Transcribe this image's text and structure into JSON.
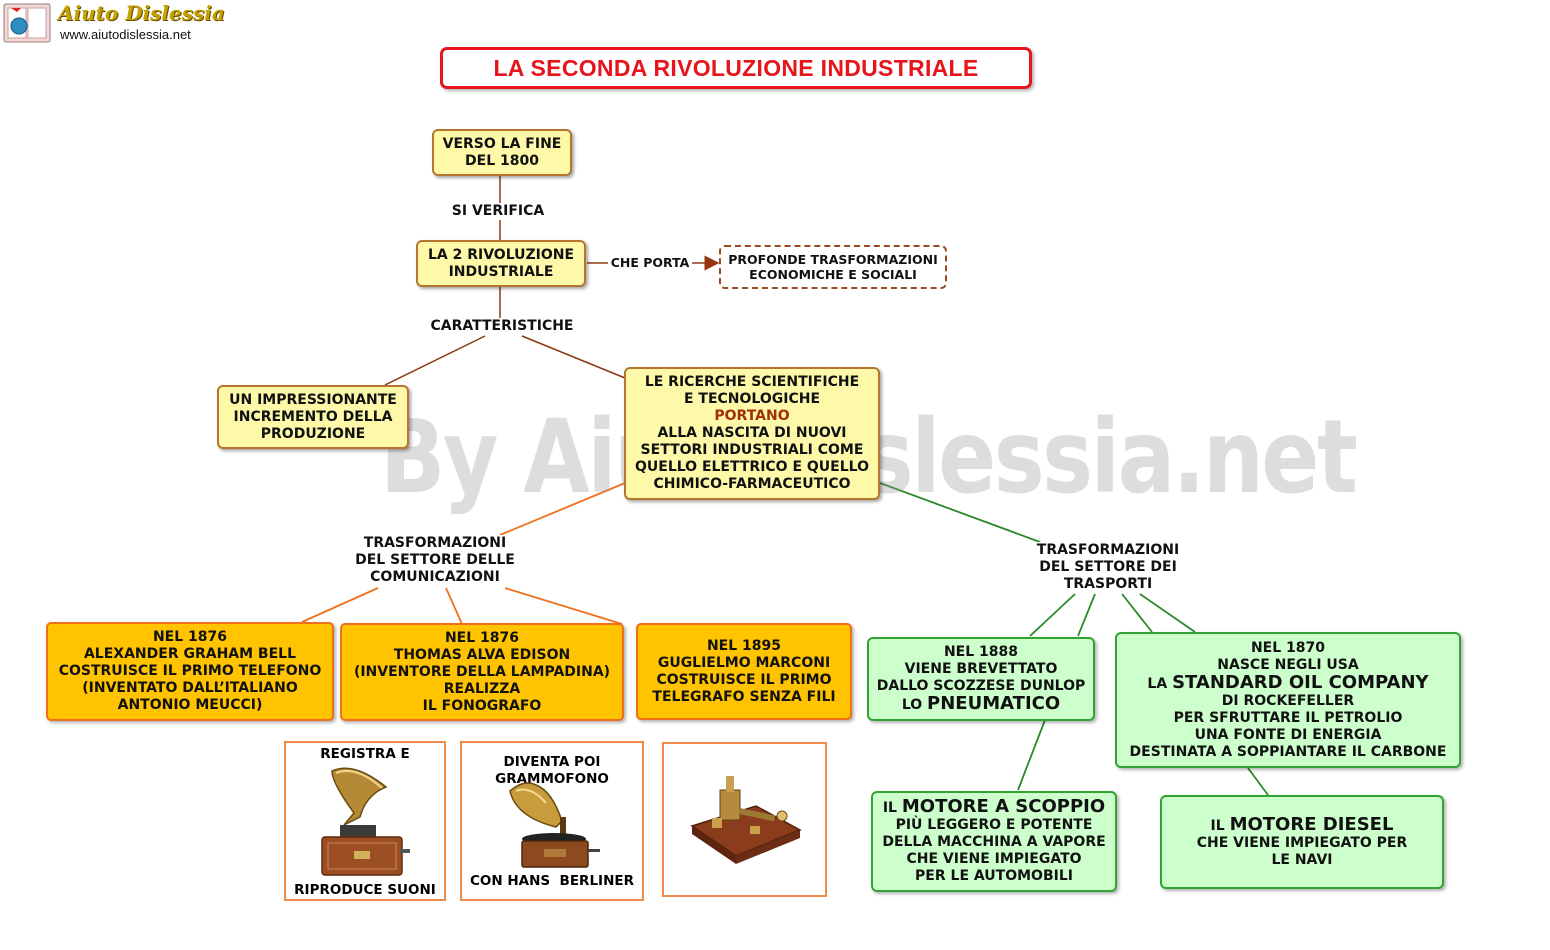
{
  "header": {
    "logo_title": "Aiuto Dislessia",
    "logo_url": "www.aiutodislessia.net",
    "watermark": "By AiutoDislessia.net"
  },
  "title": "LA SECONDA RIVOLUZIONE INDUSTRIALE",
  "nodes": {
    "fine1800": [
      "VERSO LA FINE",
      "DEL 1800"
    ],
    "rivoluzione": [
      "LA 2 RIVOLUZIONE",
      "INDUSTRIALE"
    ],
    "trasformazioni": [
      "PROFONDE TRASFORMAZIONI",
      "ECONOMICHE E SOCIALI"
    ],
    "produzione": [
      "UN IMPRESSIONANTE",
      "INCREMENTO DELLA",
      "PRODUZIONE"
    ],
    "ricerche": {
      "l1": "LE RICERCHE SCIENTIFICHE",
      "l2": "E TECNOLOGICHE",
      "portano": "PORTANO",
      "l3": "ALLA NASCITA DI NUOVI",
      "l4": "SETTORI INDUSTRIALI COME",
      "l5": "QUELLO ELETTRICO E QUELLO",
      "l6": "CHIMICO-FARMACEUTICO"
    },
    "bell": [
      "NEL 1876",
      "ALEXANDER GRAHAM BELL",
      "COSTRUISCE IL PRIMO TELEFONO",
      "(INVENTATO DALL’ITALIANO",
      "ANTONIO MEUCCI)"
    ],
    "edison": [
      "NEL 1876",
      "THOMAS ALVA EDISON",
      "(INVENTORE DELLA LAMPADINA)",
      "REALIZZA",
      "IL FONOGRAFO"
    ],
    "marconi": [
      "NEL 1895",
      "GUGLIELMO MARCONI",
      "COSTRUISCE IL PRIMO",
      "TELEGRAFO SENZA FILI"
    ],
    "dunlop": {
      "l1": "NEL 1888",
      "l2": "VIENE BREVETTATO",
      "l3": "DALLO SCOZZESE DUNLOP",
      "lo": "LO",
      "big": "PNEUMATICO"
    },
    "standard": {
      "l1": "NEL 1870",
      "l2": "NASCE NEGLI USA",
      "la": "LA",
      "big": "STANDARD OIL COMPANY",
      "l3": "DI ROCKEFELLER",
      "l4": "PER SFRUTTARE IL PETROLIO",
      "l5": "UNA FONTE DI ENERGIA",
      "l6": "DESTINATA A SOPPIANTARE IL CARBONE"
    },
    "scoppio": {
      "il": "IL",
      "big": "MOTORE A SCOPPIO",
      "l1": "PIÙ LEGGERO E POTENTE",
      "l2": "DELLA MACCHINA A VAPORE",
      "l3": "CHE VIENE IMPIEGATO",
      "l4": "PER LE AUTOMOBILI"
    },
    "diesel": {
      "il": "IL",
      "big": "MOTORE DIESEL",
      "l1": "CHE VIENE IMPIEGATO PER",
      "l2": "LE NAVI"
    }
  },
  "links": {
    "si_verifica": "SI VERIFICA",
    "che_porta": "CHE PORTA",
    "caratteristiche": "CARATTERISTICHE",
    "comunicazioni": [
      "TRASFORMAZIONI",
      "DEL SETTORE DELLE",
      "COMUNICAZIONI"
    ],
    "trasporti": [
      "TRASFORMAZIONI",
      "DEL SETTORE DEI",
      "TRASPORTI"
    ]
  },
  "images": {
    "fonografo": {
      "top": "REGISTRA E",
      "bottom": "RIPRODUCE SUONI",
      "icon": "phonograph-icon"
    },
    "grammofono": {
      "top": [
        "DIVENTA POI",
        "GRAMMOFONO"
      ],
      "bottom": "CON HANS  BERLINER",
      "icon": "gramophone-icon"
    },
    "telegrafo": {
      "icon": "telegraph-icon"
    }
  },
  "colors": {
    "title_red": "#e8141b",
    "portano": "#a02f0c",
    "yellow": "#fdf9a8",
    "orange": "#ffc300",
    "green": "#ccffcc"
  }
}
